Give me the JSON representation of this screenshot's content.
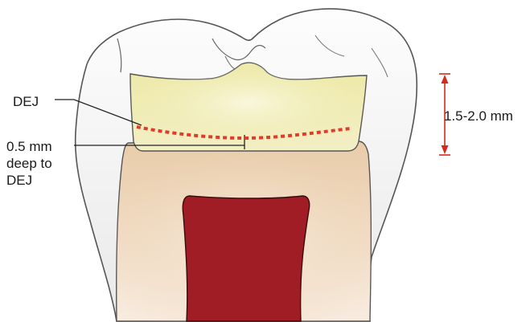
{
  "labels": {
    "dej": "DEJ",
    "depth_line1": "0.5 mm",
    "depth_line2": "deep to",
    "depth_line3": "DEJ",
    "reduction_range": "1.5-2.0 mm"
  },
  "colors": {
    "enamel": "#f6f6f6",
    "enamel_outline": "#555555",
    "reduced_area": "#ecebb2",
    "dentin": "#ecd3b5",
    "pulp": "#a01d26",
    "dej_line": "#e23b2e",
    "dimension_arrow": "#d42a1e",
    "leader_line": "#222222"
  },
  "icons": {
    "dimension_marker": "double-headed-arrow-icon"
  }
}
